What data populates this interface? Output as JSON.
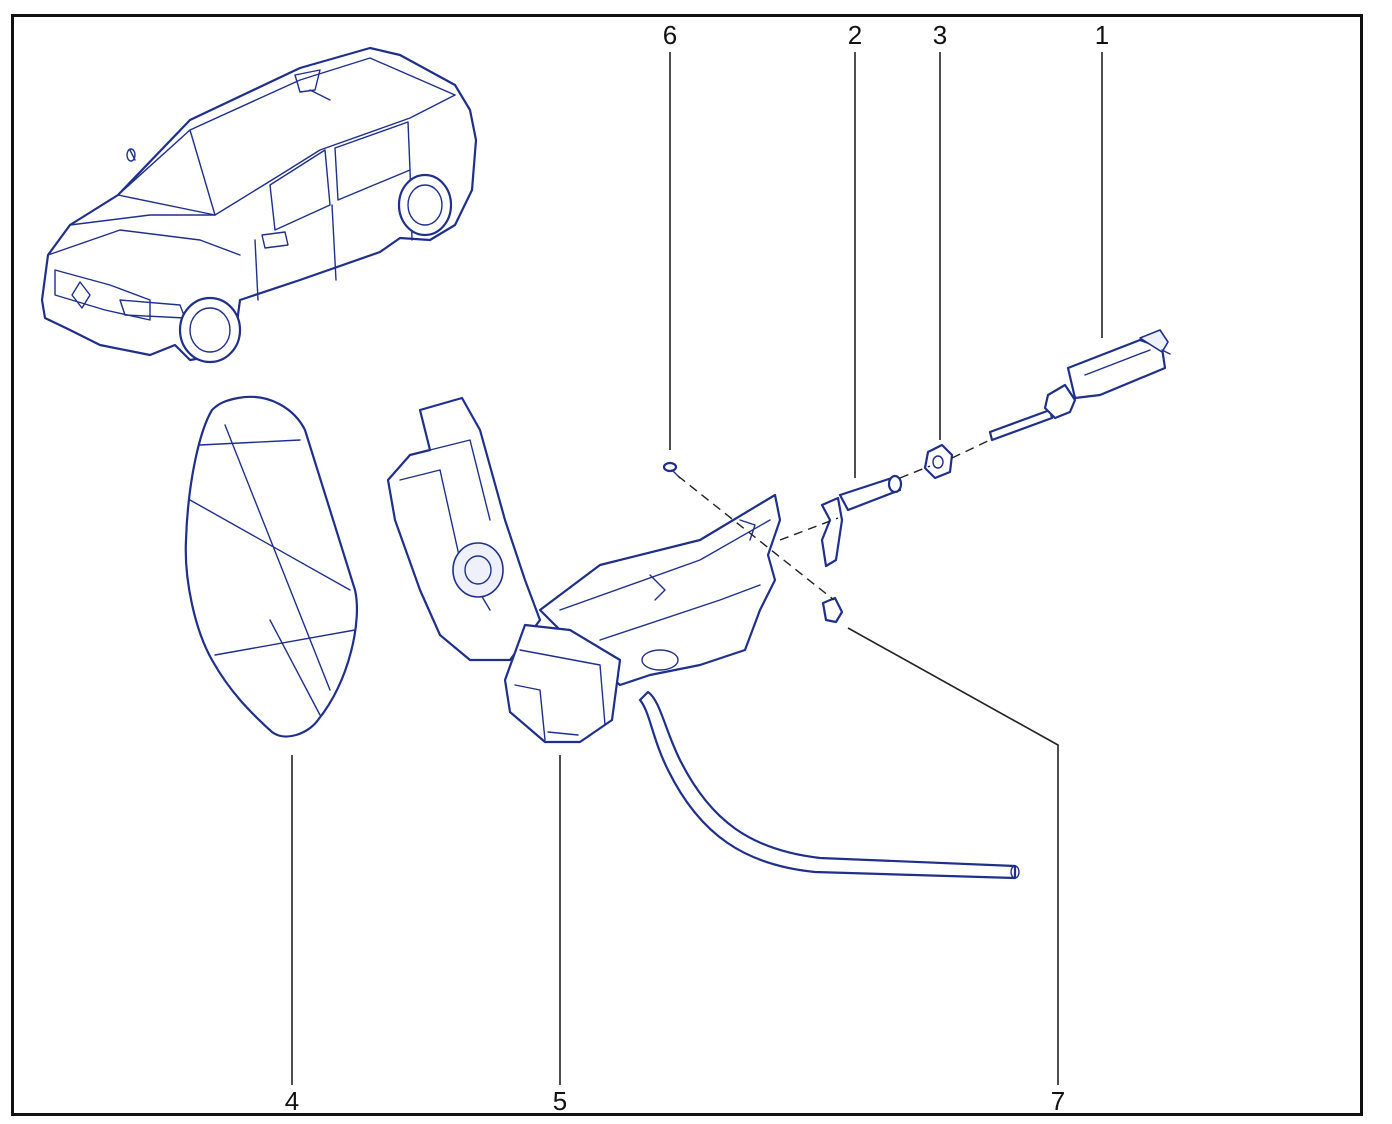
{
  "callouts": {
    "c1": "1",
    "c2": "2",
    "c3": "3",
    "c4": "4",
    "c5": "5",
    "c6": "6",
    "c7": "7"
  },
  "colors": {
    "line_art": "#1f2f8a",
    "text": "#111111",
    "frame": "#111111"
  }
}
